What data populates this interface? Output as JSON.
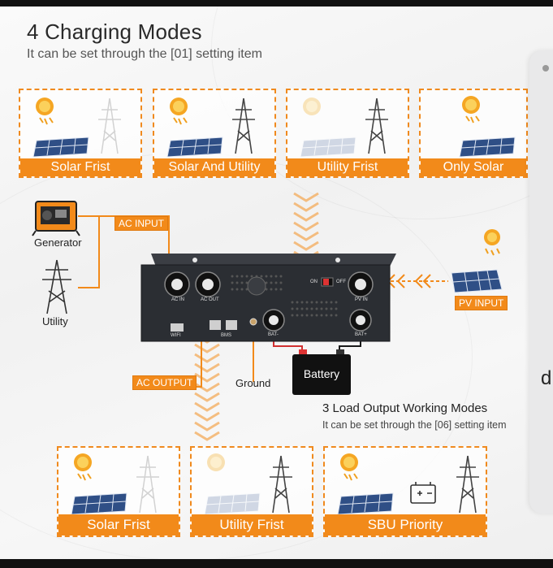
{
  "header": {
    "title": "4 Charging Modes",
    "subtitle": "It can be set through the [01] setting item"
  },
  "charging_modes": [
    {
      "label": "Solar Frist",
      "sun": "sun-icon",
      "tower_faded": true,
      "panel_faded": false
    },
    {
      "label": "Solar And Utility",
      "sun": "sun-icon",
      "tower_faded": false,
      "panel_faded": false
    },
    {
      "label": "Utility Frist",
      "sun": "sun-icon",
      "tower_faded": false,
      "panel_faded": true
    },
    {
      "label": "Only Solar",
      "sun": "sun-icon",
      "tower_faded": true,
      "panel_faded": false
    }
  ],
  "inputs": {
    "generator_label": "Generator",
    "utility_label": "Utility",
    "ac_input_tag": "AC INPUT",
    "pv_input_tag": "PV INPUT"
  },
  "inverter": {
    "ports": [
      "AC IN",
      "AC OUT",
      "PV IN",
      "BAT-",
      "BAT+",
      "WIFI",
      "BMS"
    ],
    "switch_on": "ON",
    "switch_off": "OFF"
  },
  "outputs": {
    "ac_output_tag": "AC OUTPUT",
    "ground_label": "Ground",
    "battery_label": "Battery"
  },
  "output_modes_header": {
    "title": "3 Load Output Working Modes",
    "subtitle": "It can be set through the [06] setting item"
  },
  "output_modes": [
    {
      "label": "Solar Frist"
    },
    {
      "label": "Utility Frist"
    },
    {
      "label": "SBU Priority"
    }
  ],
  "colors": {
    "accent": "#f28a1a",
    "panel": "#2f4f86",
    "inverter": "#2b2e33"
  },
  "side_glyph": "d"
}
